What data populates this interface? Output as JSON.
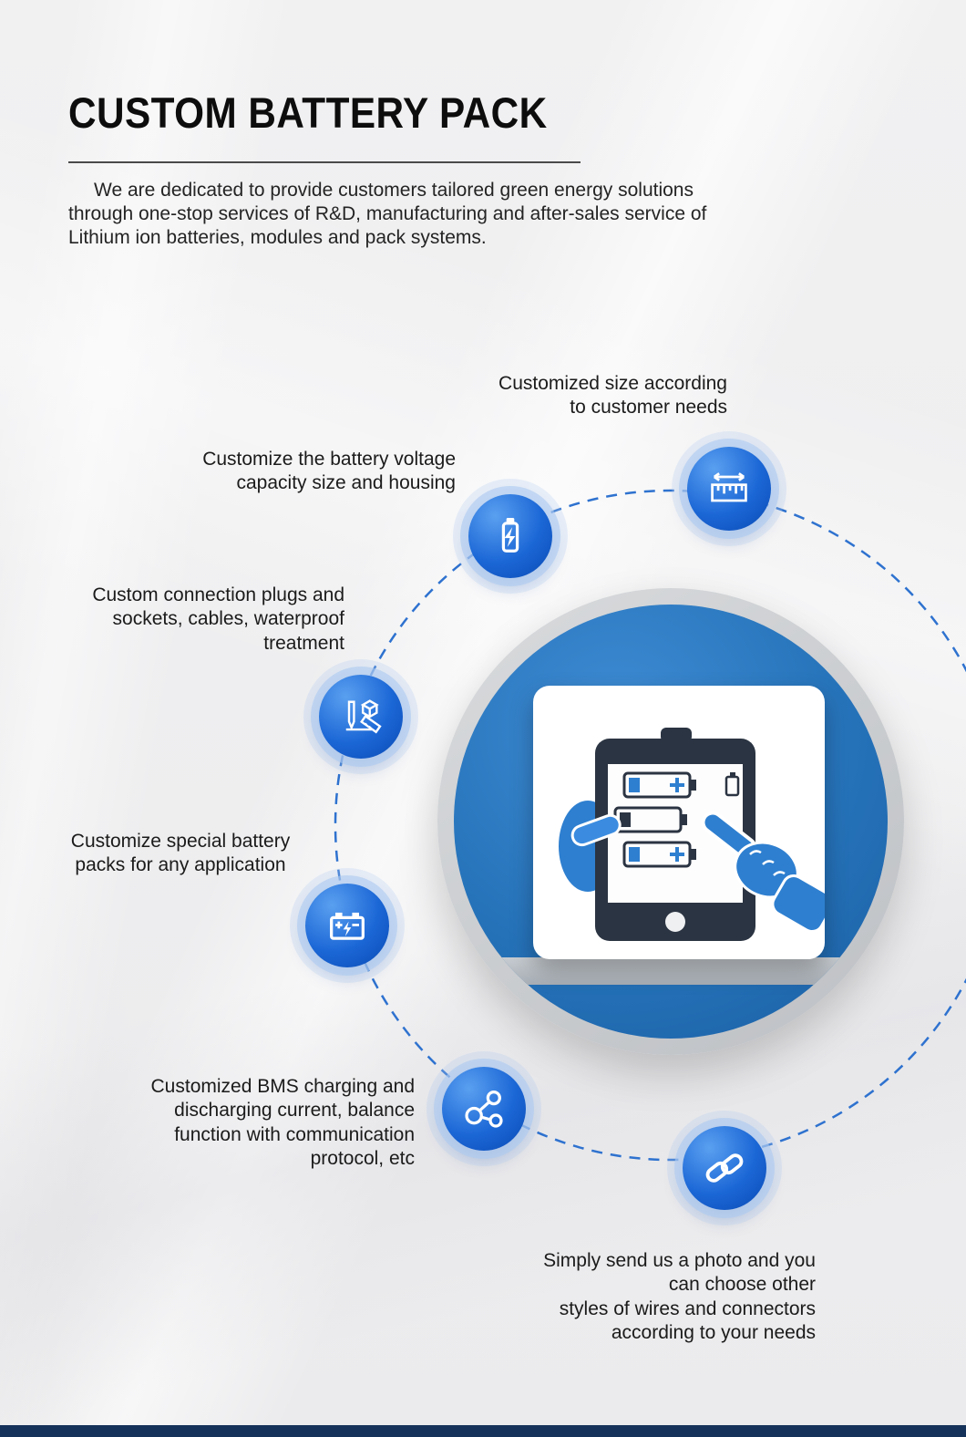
{
  "page": {
    "title": "CUSTOM BATTERY PACK",
    "intro": "We are dedicated to provide customers tailored green energy solutions through one-stop services of R&D, manufacturing and after-sales service of Lithium ion batteries, modules and pack systems."
  },
  "features": [
    {
      "id": "customized-size",
      "icon": "ruler-icon",
      "label": "Customized size according\nto customer needs"
    },
    {
      "id": "battery-voltage",
      "icon": "battery-charge-icon",
      "label": "Customize the battery voltage\ncapacity size and housing"
    },
    {
      "id": "connection-plugs",
      "icon": "design-sketch-icon",
      "label": "Custom connection plugs and\nsockets, cables, waterproof\ntreatment"
    },
    {
      "id": "special-packs",
      "icon": "car-battery-icon",
      "label": "Customize special battery\npacks for any application"
    },
    {
      "id": "bms-customization",
      "icon": "share-nodes-icon",
      "label": "Customized BMS charging and\ndischarging current, balance\nfunction with communication\nprotocol, etc"
    },
    {
      "id": "photo-connectors",
      "icon": "chain-link-icon",
      "label": "Simply send us a photo and you\ncan choose other\nstyles of wires and connectors\naccording to your needs"
    }
  ],
  "colors": {
    "accent_blue": "#2e72cf",
    "icon_gradient_start": "#5aa0f0",
    "icon_gradient_end": "#0a4ab4",
    "central_circle_blue": "#2673ba",
    "central_ring_gray": "#bdc0c4",
    "footer_navy": "#15325a",
    "title_black": "#0d0d0d"
  }
}
